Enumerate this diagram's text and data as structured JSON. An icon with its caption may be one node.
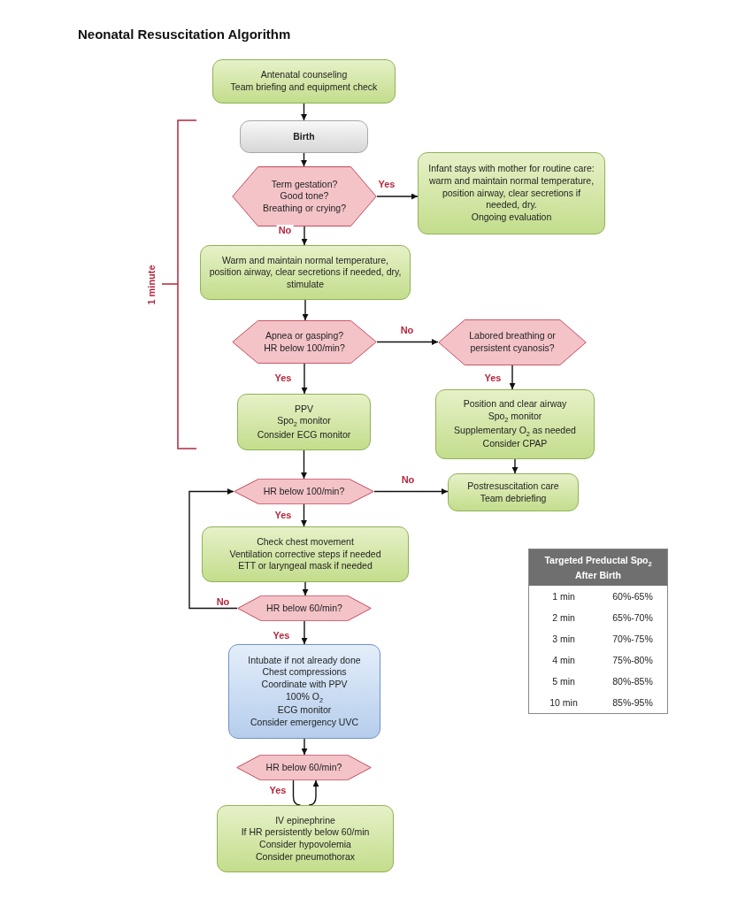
{
  "diagram": {
    "title": "Neonatal Resuscitation Algorithm",
    "nodes": [
      {
        "text": [
          "Antenatal counseling",
          "Team briefing and equipment check"
        ]
      },
      {
        "text": [
          "Birth"
        ]
      },
      {
        "text": [
          "Term gestation?",
          "Good tone?",
          "Breathing or crying?"
        ]
      },
      {
        "text": [
          "Infant stays with mother for routine care: warm and maintain normal temperature, position airway, clear secretions if needed, dry.",
          "Ongoing evaluation"
        ]
      },
      {
        "text": [
          "Warm and maintain normal temperature, position airway, clear secretions if needed, dry, stimulate"
        ]
      },
      {
        "text": [
          "Apnea or gasping?",
          "HR below 100/min?"
        ]
      },
      {
        "text": [
          "Labored breathing or persistent cyanosis?"
        ]
      },
      {
        "text": [
          "PPV",
          "Spo$_{2}$ monitor",
          "Consider ECG monitor"
        ]
      },
      {
        "text": [
          "Position and clear airway",
          "Spo$_{2}$ monitor",
          "Supplementary O$_{2}$ as needed",
          "Consider CPAP"
        ]
      },
      {
        "text": [
          "HR below 100/min?"
        ]
      },
      {
        "text": [
          "Postresuscitation care",
          "Team debriefing"
        ]
      },
      {
        "text": [
          "Check chest movement",
          "Ventilation corrective steps if needed",
          "ETT or laryngeal mask if needed"
        ]
      },
      {
        "text": [
          "HR below 60/min?"
        ]
      },
      {
        "text": [
          "Intubate if not already done",
          "Chest compressions",
          "Coordinate with PPV",
          "100% O$_{2}$",
          "ECG monitor",
          "Consider emergency UVC"
        ]
      },
      {
        "text": [
          "HR below 60/min?"
        ]
      },
      {
        "text": [
          "IV epinephrine",
          "If HR persistently below 60/min",
          "Consider hypovolemia",
          "Consider pneumothorax"
        ]
      }
    ],
    "edges": [
      {
        "from": 0,
        "to": 1,
        "arrow": "to"
      },
      {
        "from": 1,
        "to": 2,
        "arrow": "to"
      },
      {
        "from": 2,
        "to": 3,
        "arrow": "to",
        "label": "Yes"
      },
      {
        "from": 2,
        "to": 4,
        "arrow": "to",
        "label": "No"
      },
      {
        "from": 4,
        "to": 5,
        "arrow": "to"
      },
      {
        "from": 5,
        "to": 6,
        "arrow": "to",
        "label": "No"
      },
      {
        "from": 5,
        "to": 7,
        "arrow": "to",
        "label": "Yes"
      },
      {
        "from": 6,
        "to": 8,
        "arrow": "to",
        "label": "Yes"
      },
      {
        "from": 8,
        "to": 10,
        "arrow": "to"
      },
      {
        "from": 7,
        "to": 9,
        "arrow": "to"
      },
      {
        "from": 9,
        "to": 10,
        "arrow": "to",
        "label": "No"
      },
      {
        "from": 9,
        "to": 11,
        "arrow": "to",
        "label": "Yes"
      },
      {
        "from": 11,
        "to": 12,
        "arrow": "to"
      },
      {
        "from": 12,
        "to": 9,
        "arrow": "to",
        "label": "No"
      },
      {
        "from": 12,
        "to": 13,
        "arrow": "to",
        "label": "Yes"
      },
      {
        "from": 13,
        "to": 14,
        "arrow": "to"
      },
      {
        "from": 14,
        "to": 15,
        "arrow": "none",
        "label": "Yes"
      },
      {
        "from": 15,
        "to": 14,
        "arrow": "to"
      }
    ],
    "labels": [
      "1 minute",
      "Targeted Preductal Spo$_{2}$ After Birth",
      "1 min",
      "60%-65%",
      "2 min",
      "65%-70%",
      "3 min",
      "70%-75%",
      "4 min",
      "75%-80%",
      "5 min",
      "80%-85%",
      "10 min",
      "85%-95%"
    ]
  }
}
